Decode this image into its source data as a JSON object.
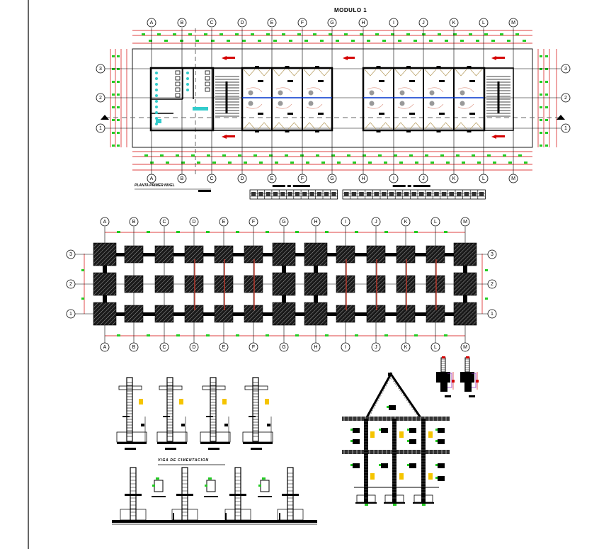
{
  "drawing": {
    "title": "MODULO 1",
    "plan_label": "PLANTA PRIMER NIVEL",
    "foundation_beam_label": "VIGA DE CIMENTACION",
    "grid_columns": [
      "A",
      "B",
      "C",
      "D",
      "E",
      "F",
      "G",
      "H",
      "I",
      "J",
      "K",
      "L",
      "M"
    ],
    "grid_rows": [
      "3",
      "2",
      "1"
    ],
    "colors": {
      "line": "#000000",
      "dimension": "#d40000",
      "annotation": "#22cc22",
      "hatch": "#1a1a1a",
      "beam_axis": "#0033cc",
      "sanitary": "#33cccc",
      "note_tag": "#f5c400",
      "stirrup": "#9933cc"
    },
    "schedules": [
      {
        "name": "schedule-left",
        "columns": 12
      },
      {
        "name": "schedule-right",
        "columns": 19
      }
    ],
    "column_details_count": 4,
    "section_frames": 3
  }
}
